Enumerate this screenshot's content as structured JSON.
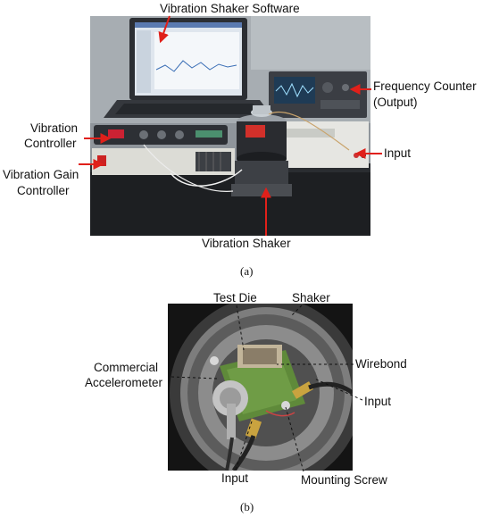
{
  "figure": {
    "panel_a": {
      "caption": "(a)",
      "labels": {
        "software": "Vibration Shaker Software",
        "freq_counter_line1": "Frequency Counter",
        "freq_counter_line2": "(Output)",
        "controller_line1": "Vibration",
        "controller_line2": "Controller",
        "gain_line1": "Vibration Gain",
        "gain_line2": "Controller",
        "input": "Input",
        "shaker": "Vibration Shaker"
      },
      "arrow_color": "#e0201a"
    },
    "panel_b": {
      "caption": "(b)",
      "labels": {
        "test_die": "Test Die",
        "shaker": "Shaker",
        "accel_line1": "Commercial",
        "accel_line2": "Accelerometer",
        "wirebond": "Wirebond",
        "input_right": "Input",
        "input_bottom": "Input",
        "mounting_screw": "Mounting Screw"
      }
    }
  }
}
